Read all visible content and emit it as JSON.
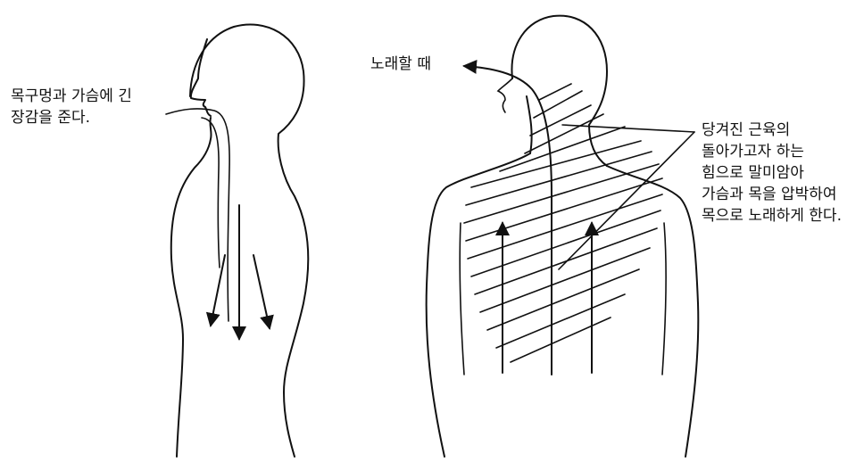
{
  "left_figure": {
    "caption_lines": [
      "목구멍과 가슴에 긴",
      "장감을 준다."
    ]
  },
  "right_figure": {
    "singing_label": "노래할 때",
    "caption_lines": [
      "당겨진 근육의",
      "돌아가고자 하는",
      "힘으로 말미암아",
      "가슴과 목을 압박하여",
      "목으로 노래하게 한다."
    ]
  },
  "colors": {
    "ink": "#111111",
    "background": "#ffffff"
  },
  "icons": [
    "downward-arrow-icon",
    "upward-arrow-icon",
    "leftward-arrow-icon"
  ]
}
